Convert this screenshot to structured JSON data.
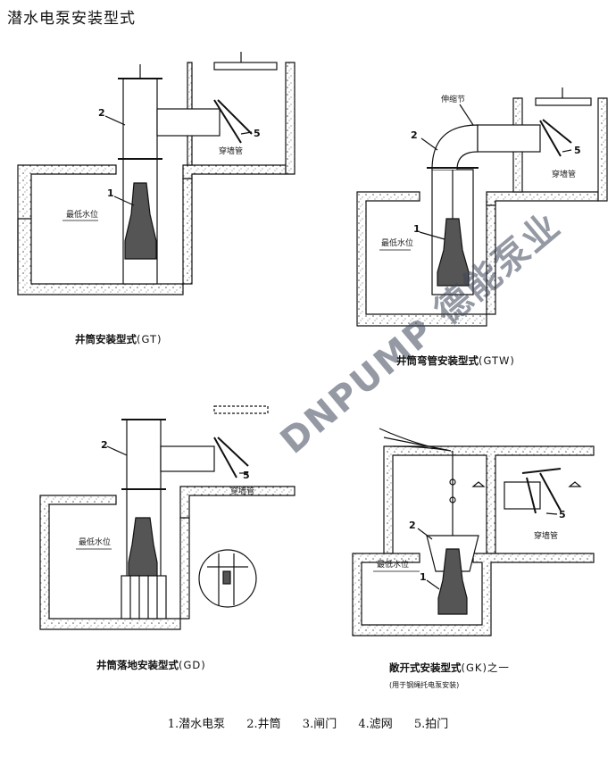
{
  "title": "潜水电泵安装型式",
  "labels": {
    "min_water_level": "最低水位",
    "wall_pipe": "穿墙管",
    "expansion_joint": "伸缩节",
    "n1": "1",
    "n2": "2",
    "n5": "5"
  },
  "captions": {
    "gt": {
      "text": "井筒安装型式",
      "code": "(GT)"
    },
    "gtw": {
      "text": "井筒弯管安装型式",
      "code": "(GTW)"
    },
    "gd": {
      "text": "井筒落地安装型式",
      "code": "(GD)"
    },
    "gk": {
      "text": "敞开式安装型式",
      "code": "(GK)之一"
    },
    "gk_note": "(用于钢绳托电泵安装)"
  },
  "legend": [
    "1.潜水电泵",
    "2.井筒",
    "3.闸门",
    "4.滤网",
    "5.拍门"
  ],
  "watermark": "DNPUMP 德能泵业"
}
